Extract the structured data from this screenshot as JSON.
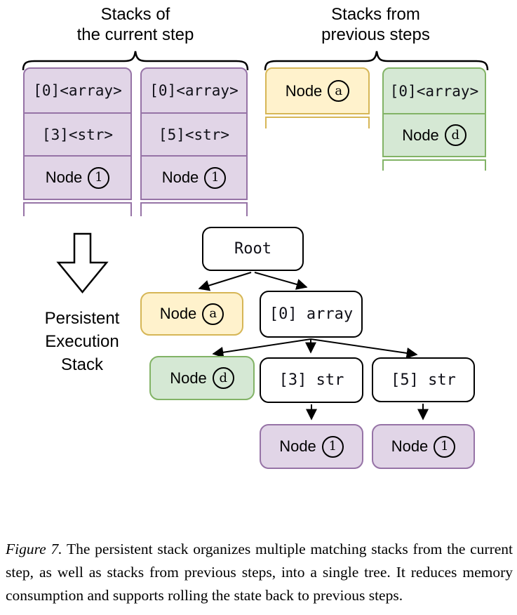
{
  "headers": {
    "current": {
      "line1": "Stacks of",
      "line2": "the current step"
    },
    "previous": {
      "line1": "Stacks from",
      "line2": "previous steps"
    }
  },
  "stacks": {
    "purple1": {
      "cell1": "[0]<array>",
      "cell2": "[3]<str>",
      "node_label": "Node",
      "node_badge": "1"
    },
    "purple2": {
      "cell1": "[0]<array>",
      "cell2": "[5]<str>",
      "node_label": "Node",
      "node_badge": "1"
    },
    "yellow": {
      "node_label": "Node",
      "node_badge": "a"
    },
    "green": {
      "cell1": "[0]<array>",
      "node_label": "Node",
      "node_badge": "d"
    }
  },
  "arrow_label": {
    "line1": "Persistent",
    "line2": "Execution",
    "line3": "Stack"
  },
  "tree": {
    "root": "Root",
    "node_a": {
      "label": "Node",
      "badge": "a"
    },
    "array": "[0] array",
    "node_d": {
      "label": "Node",
      "badge": "d"
    },
    "str3": "[3] str",
    "str5": "[5] str",
    "node1_left": {
      "label": "Node",
      "badge": "1"
    },
    "node1_right": {
      "label": "Node",
      "badge": "1"
    }
  },
  "caption": {
    "label": "Figure 7.",
    "text": " The persistent stack organizes multiple matching stacks from the current step, as well as stacks from previous steps, into a single tree. It reduces memory consumption and supports rolling the state back to previous steps."
  },
  "colors": {
    "purple_fill": "#E1D5E7",
    "purple_border": "#9673A6",
    "yellow_fill": "#FFF2CC",
    "yellow_border": "#D6B656",
    "green_fill": "#D5E8D4",
    "green_border": "#82B366",
    "line": "#000000"
  }
}
